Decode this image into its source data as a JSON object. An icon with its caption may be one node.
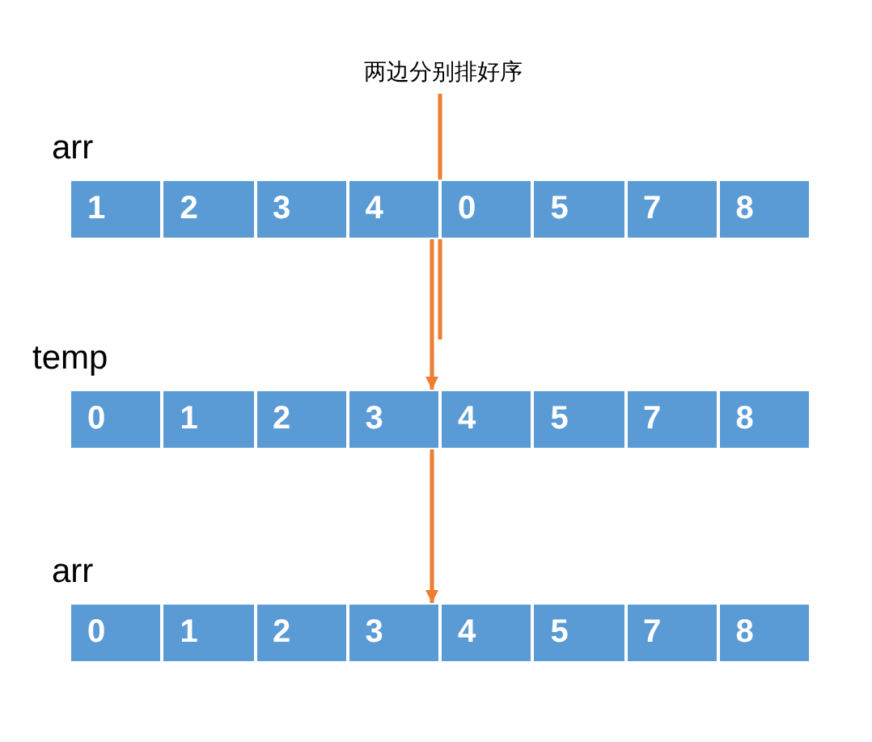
{
  "diagram": {
    "nodes": [
      {
        "text": [
          "arr"
        ]
      },
      {
        "text": [
          "1"
        ],
        "in": 0
      },
      {
        "text": [
          "2"
        ],
        "in": 0
      },
      {
        "text": [
          "3"
        ],
        "in": 0
      },
      {
        "text": [
          "4"
        ],
        "in": 0
      },
      {
        "text": [
          "0"
        ],
        "in": 0
      },
      {
        "text": [
          "5"
        ],
        "in": 0
      },
      {
        "text": [
          "7"
        ],
        "in": 0
      },
      {
        "text": [
          "8"
        ],
        "in": 0
      },
      {
        "text": [
          "temp"
        ]
      },
      {
        "text": [
          "0"
        ],
        "in": 9
      },
      {
        "text": [
          "1"
        ],
        "in": 9
      },
      {
        "text": [
          "2"
        ],
        "in": 9
      },
      {
        "text": [
          "3"
        ],
        "in": 9
      },
      {
        "text": [
          "4"
        ],
        "in": 9
      },
      {
        "text": [
          "5"
        ],
        "in": 9
      },
      {
        "text": [
          "7"
        ],
        "in": 9
      },
      {
        "text": [
          "8"
        ],
        "in": 9
      },
      {
        "text": [
          "arr"
        ]
      },
      {
        "text": [
          "0"
        ],
        "in": 18
      },
      {
        "text": [
          "1"
        ],
        "in": 18
      },
      {
        "text": [
          "2"
        ],
        "in": 18
      },
      {
        "text": [
          "3"
        ],
        "in": 18
      },
      {
        "text": [
          "4"
        ],
        "in": 18
      },
      {
        "text": [
          "5"
        ],
        "in": 18
      },
      {
        "text": [
          "7"
        ],
        "in": 18
      },
      {
        "text": [
          "8"
        ],
        "in": 18
      }
    ],
    "edges": [
      {
        "from": 4,
        "to": 13,
        "arrow": "to",
        "color": "#ed7d31"
      },
      {
        "from": 13,
        "to": 22,
        "arrow": "to",
        "color": "#ed7d31"
      }
    ],
    "labels": [
      "两边分别排好序"
    ]
  }
}
